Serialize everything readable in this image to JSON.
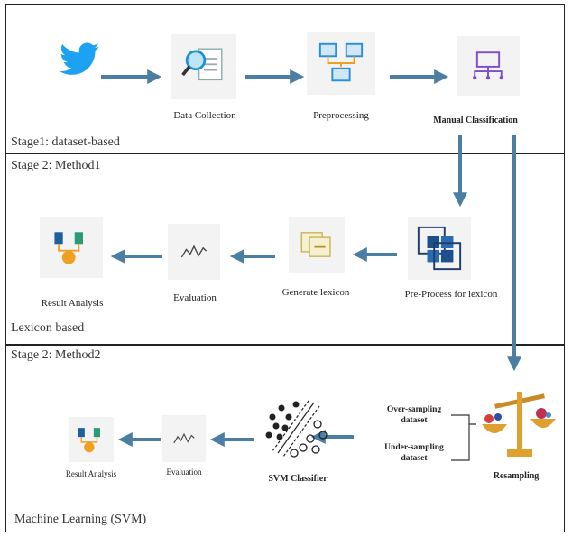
{
  "stages": {
    "stage1": {
      "title": "Stage1: dataset-based"
    },
    "stage2a": {
      "title": "Stage 2: Method1",
      "footer": "Lexicon based"
    },
    "stage2b": {
      "title": "Stage 2: Method2",
      "footer": "Machine Learning (SVM)"
    }
  },
  "nodes": {
    "data_collection": "Data Collection",
    "preprocessing": "Preprocessing",
    "manual_classification": "Manual Classification",
    "preprocess_lexicon": "Pre-Process for lexicon",
    "generate_lexicon": "Generate lexicon",
    "evaluation1": "Evaluation",
    "result_analysis1": "Result Analysis",
    "resampling": "Resampling",
    "svm_classifier": "SVM Classifier",
    "evaluation2": "Evaluation",
    "result_analysis2": "Result Analysis",
    "oversampling": "Over-sampling\ndataset",
    "undersampling": "Under-sampling\ndataset"
  },
  "colors": {
    "arrow": "#4a7fa3",
    "twitter": "#1da1f2"
  }
}
